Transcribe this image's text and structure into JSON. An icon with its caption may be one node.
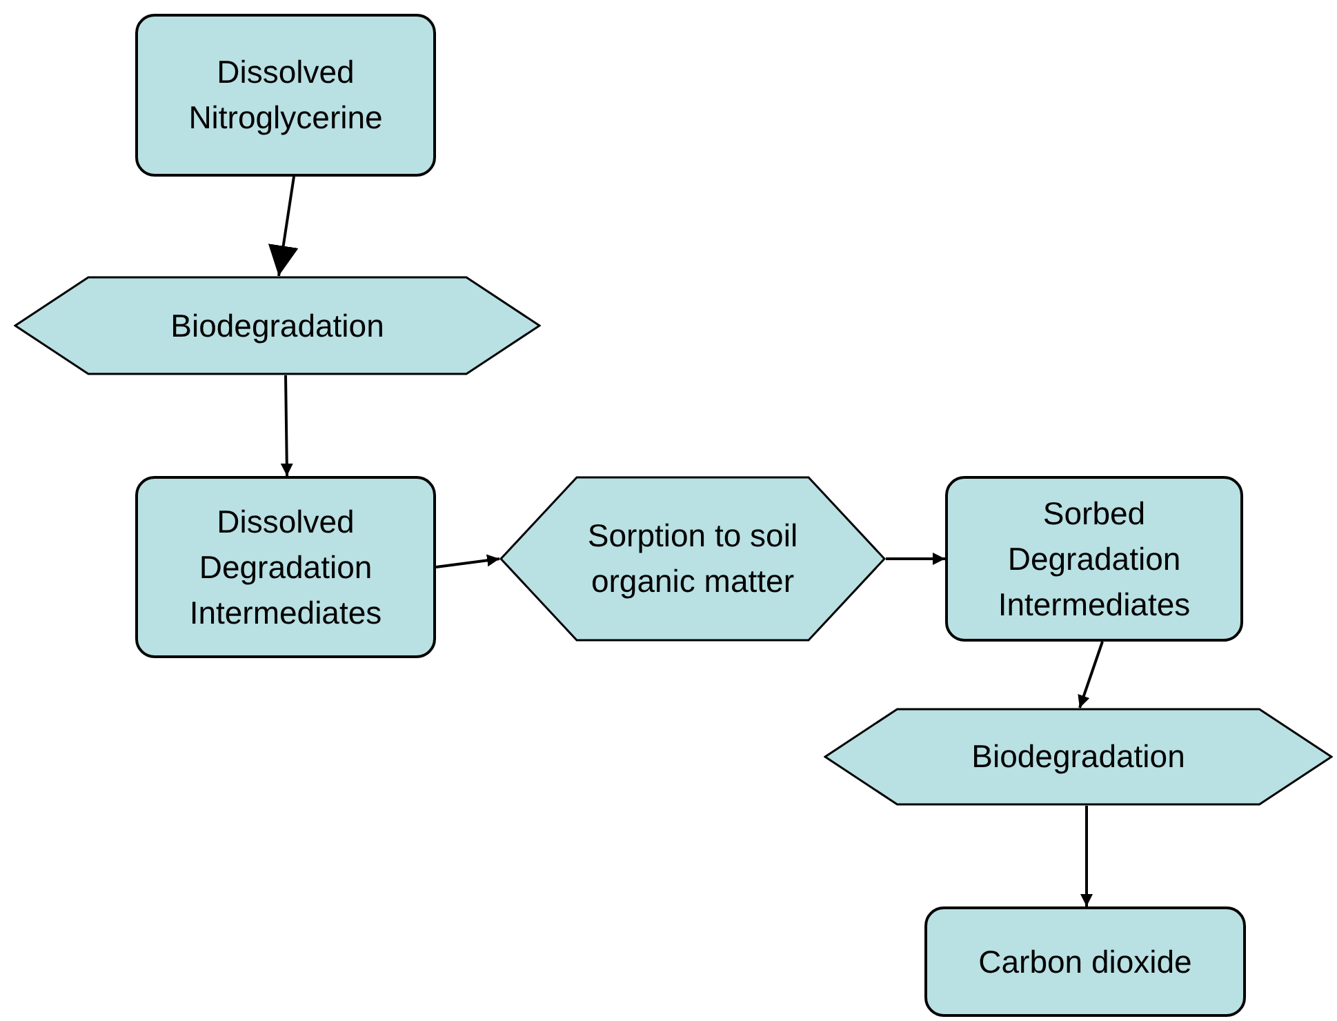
{
  "diagram": {
    "nodes": [
      {
        "text": [
          "Dissolved Nitroglycerine"
        ]
      },
      {
        "text": [
          "Biodegradation"
        ]
      },
      {
        "text": [
          "Dissolved Degradation Intermediates"
        ]
      },
      {
        "text": [
          "Sorption to soil organic matter"
        ]
      },
      {
        "text": [
          "Sorbed Degradation Intermediates"
        ]
      },
      {
        "text": [
          "Biodegradation"
        ]
      },
      {
        "text": [
          "Carbon dioxide"
        ]
      }
    ],
    "edges": [
      {
        "from": 0,
        "to": 1,
        "arrow": "to"
      },
      {
        "from": 1,
        "to": 2,
        "arrow": "to"
      },
      {
        "from": 2,
        "to": 3,
        "arrow": "to"
      },
      {
        "from": 3,
        "to": 4,
        "arrow": "to"
      },
      {
        "from": 4,
        "to": 5,
        "arrow": "to"
      },
      {
        "from": 5,
        "to": 6,
        "arrow": "to"
      }
    ]
  }
}
